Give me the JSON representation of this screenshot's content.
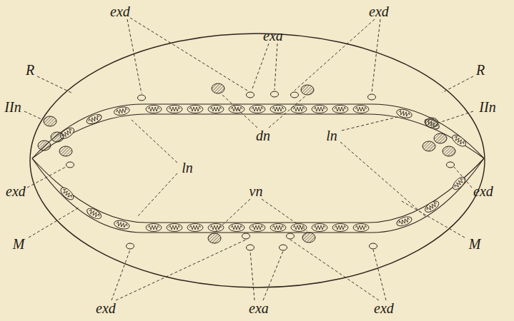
{
  "diagram": {
    "labels": [
      "exd",
      "exa",
      "exd",
      "R",
      "R",
      "IIn",
      "IIn",
      "dn",
      "ln",
      "ln",
      "exd",
      "exd",
      "vn",
      "M",
      "M",
      "exd",
      "exa",
      "exd"
    ]
  }
}
